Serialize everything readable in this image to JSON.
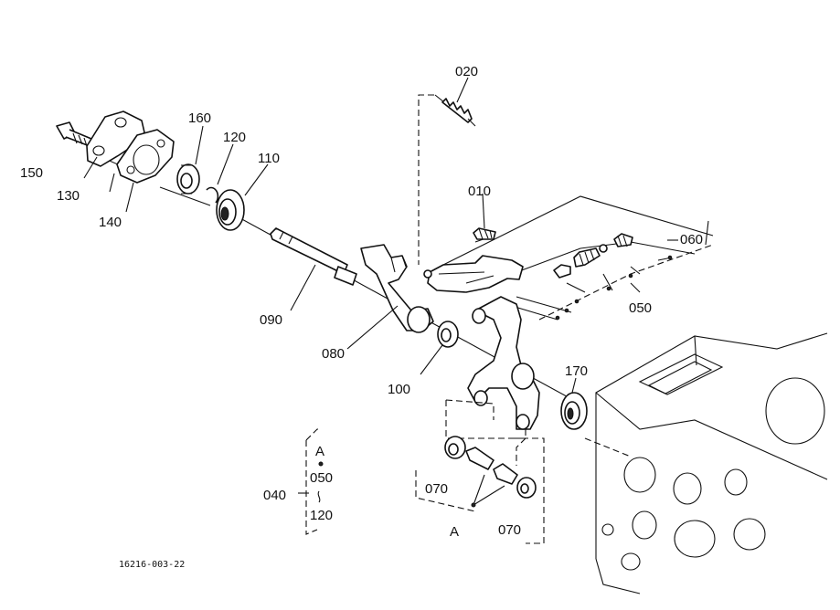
{
  "labels": {
    "p010": "010",
    "p020": "020",
    "p040": "040",
    "p050": "050",
    "p060": "060",
    "p070a": "070",
    "p070b": "070",
    "p080": "080",
    "p090": "090",
    "p100": "100",
    "p110": "110",
    "p120": "120",
    "p130": "130",
    "p140": "140",
    "p150": "150",
    "p160": "160",
    "p170": "170"
  },
  "group_key": {
    "ref": "A",
    "from": "050",
    "to": "120"
  },
  "ref_a": "A",
  "drawing_code": "16216-003-22"
}
